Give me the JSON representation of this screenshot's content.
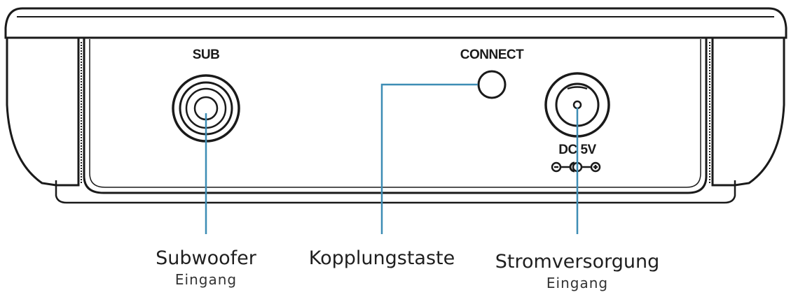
{
  "panel": {
    "sub_label": "SUB",
    "connect_label": "CONNECT",
    "dc_label": "DC 5V"
  },
  "callouts": {
    "subwoofer": {
      "title": "Subwoofer",
      "subtitle": "Eingang"
    },
    "pairing": {
      "title": "Kopplungstaste"
    },
    "power": {
      "title": "Stromversorgung",
      "subtitle": "Eingang"
    }
  },
  "colors": {
    "outline": "#1a1a1a",
    "leader": "#3d8db5"
  }
}
